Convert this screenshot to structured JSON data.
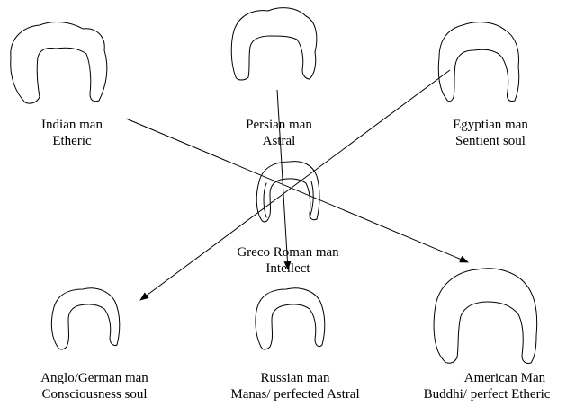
{
  "nodes": {
    "indian": {
      "name": "Indian man",
      "quality": "Etheric"
    },
    "persian": {
      "name": "Persian man",
      "quality": "Astral"
    },
    "egyptian": {
      "name": "Egyptian man",
      "quality": "Sentient soul"
    },
    "greco": {
      "name": "Greco Roman man",
      "quality": "Intellect"
    },
    "anglo": {
      "name": "Anglo/German man",
      "quality": "Consciousness soul"
    },
    "russian": {
      "name": "Russian man",
      "quality": "Manas/ perfected Astral"
    },
    "american": {
      "name": "American Man",
      "quality": "Buddhi/ perfect Etheric"
    }
  },
  "connections": [
    {
      "from": "Indian man",
      "to": "American Man"
    },
    {
      "from": "Persian man",
      "to": "Russian man"
    },
    {
      "from": "Egyptian man",
      "to": "Anglo/German man"
    }
  ],
  "colors": {
    "stroke": "#000000",
    "background": "#ffffff"
  }
}
